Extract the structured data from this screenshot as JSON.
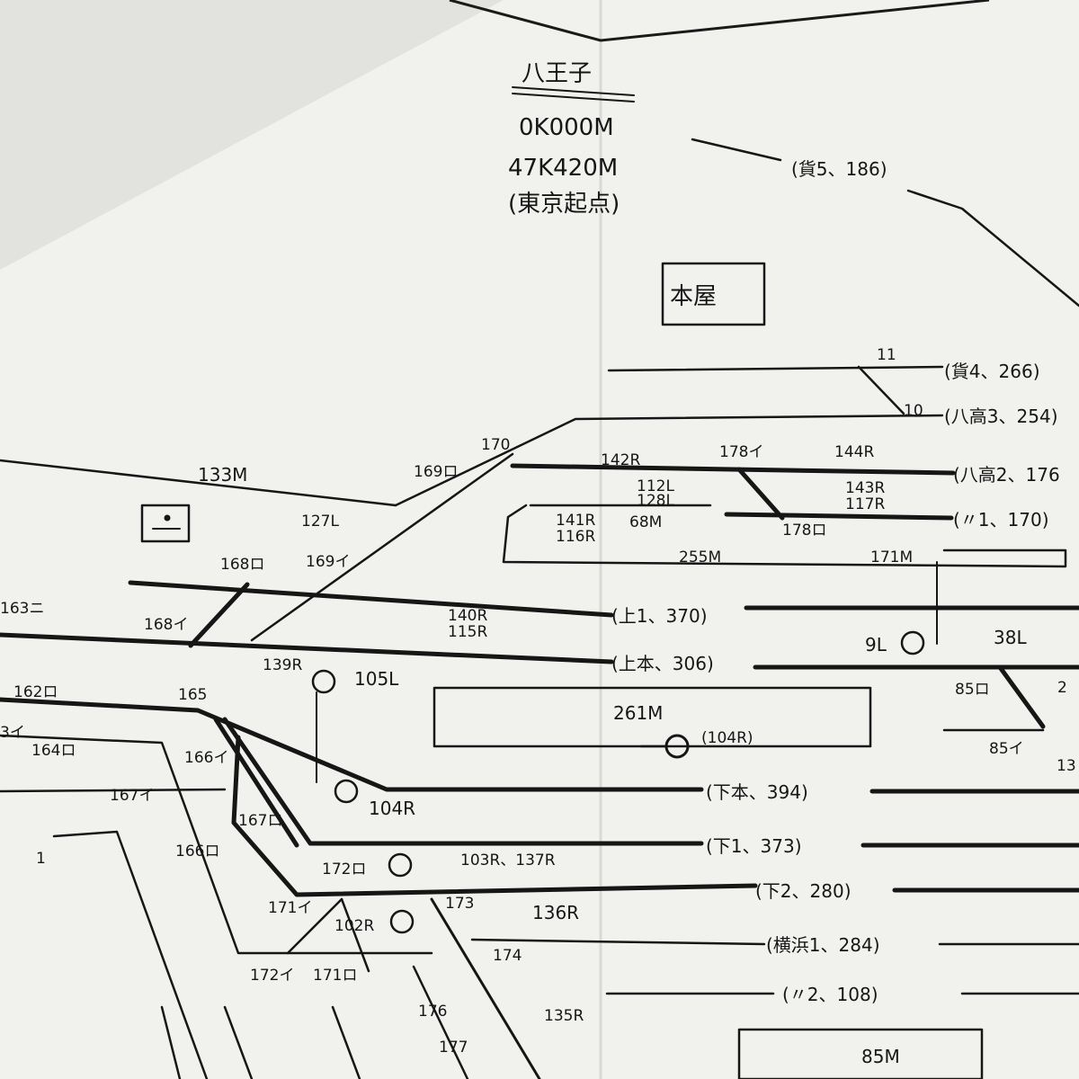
{
  "station": {
    "name": "八王子",
    "distance_local": "0K000M",
    "distance_origin": "47K420M",
    "origin_note": "(東京起点)"
  },
  "building": {
    "label": "本屋"
  },
  "tracks": [
    {
      "name": "(貨5、186)"
    },
    {
      "name": "(貨4、266)"
    },
    {
      "name": "(八高3、254)"
    },
    {
      "name": "(八高2、176"
    },
    {
      "name": "(〃1、170)"
    },
    {
      "name": "(上1、370)"
    },
    {
      "name": "(上本、306)"
    },
    {
      "name": "(下本、394)"
    },
    {
      "name": "(下1、373)"
    },
    {
      "name": "(下2、280)"
    },
    {
      "name": "(横浜1、284)"
    },
    {
      "name": "(〃2、108)"
    }
  ],
  "switches": [
    "11",
    "10",
    "170",
    "169ロ",
    "169イ",
    "168ロ",
    "168イ",
    "163ニ",
    "162ロ",
    "165",
    "166イ",
    "166ロ",
    "167イ",
    "167ロ",
    "164ロ",
    "172ロ",
    "171イ",
    "172イ",
    "171ロ",
    "173",
    "174",
    "176",
    "177",
    "178イ",
    "178ロ",
    "85ロ",
    "85イ",
    "3イ"
  ],
  "signals": [
    "142R",
    "144R",
    "143R",
    "117R",
    "112L",
    "128L",
    "141R",
    "116R",
    "127L",
    "140R",
    "115R",
    "139R",
    "105L",
    "104R",
    "103R、137R",
    "136R",
    "102R",
    "135R",
    "9L",
    "38L",
    "(104R)"
  ],
  "distances": [
    "133M",
    "68M",
    "255M",
    "171M",
    "261M",
    "85M"
  ],
  "partial_labels": [
    "1",
    "13",
    "2"
  ],
  "colors": {
    "paper": "#f1f1ee",
    "ink": "#161616",
    "fold": "#d9d9d4"
  }
}
